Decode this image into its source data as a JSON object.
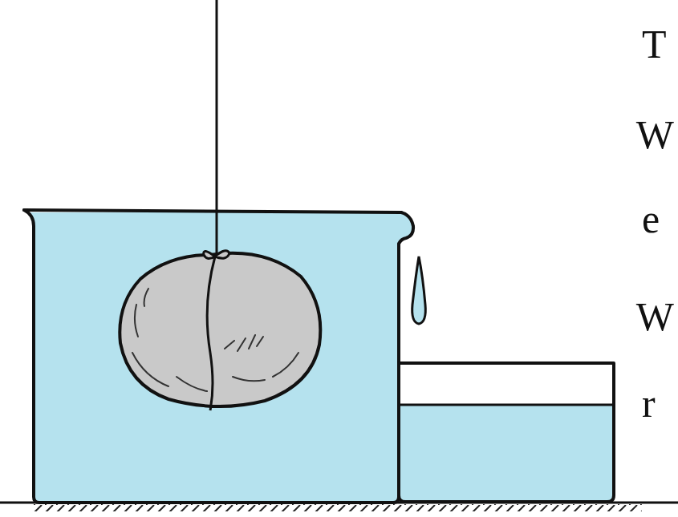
{
  "diagram": {
    "labels": [
      "T",
      "W",
      "e",
      "W",
      "r"
    ]
  }
}
